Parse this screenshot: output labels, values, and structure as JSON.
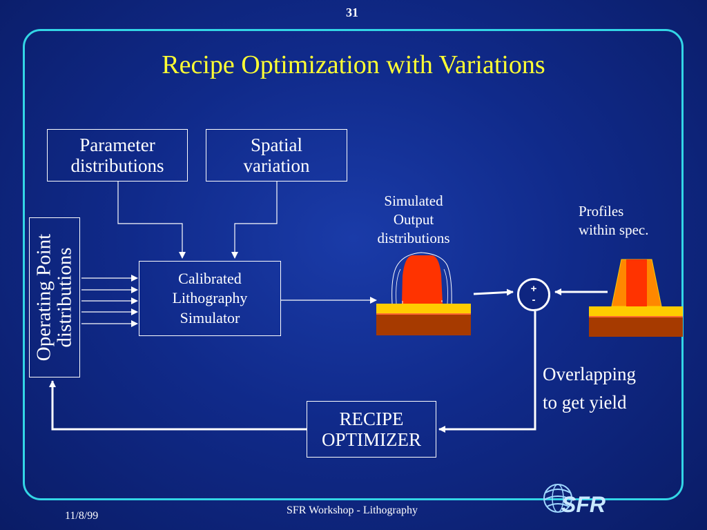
{
  "slide_number": "31",
  "title": "Recipe Optimization with Variations",
  "boxes": {
    "parameter": [
      "Parameter",
      "distributions"
    ],
    "spatial": [
      "Spatial",
      "variation"
    ],
    "simulator": [
      "Calibrated",
      "Lithography",
      "Simulator"
    ],
    "optimizer": [
      "RECIPE",
      "OPTIMIZER"
    ],
    "operating_point": [
      "Operating Point",
      "distributions"
    ]
  },
  "labels": {
    "simulated": [
      "Simulated",
      "Output",
      "distributions"
    ],
    "profiles": [
      "Profiles",
      "within spec."
    ],
    "overlapping": [
      "Overlapping",
      "to get yield"
    ]
  },
  "summing_junction": {
    "plus": "+",
    "minus": "-"
  },
  "footer": {
    "date": "11/8/99",
    "center": "SFR Workshop - Lithography",
    "logo_text": "SFR"
  },
  "colors": {
    "background": "#102a8a",
    "frame": "#33d6e6",
    "title": "#ffff33",
    "resist_red": "#ff3300",
    "resist_orange": "#ff8800",
    "layer_yellow": "#ffcc00",
    "layer_brown": "#a63a00"
  }
}
